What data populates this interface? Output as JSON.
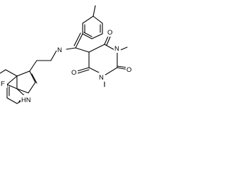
{
  "atoms": {
    "fluorine": "F",
    "indole_nh": "HN",
    "imine_n": "N",
    "ring_n_top": "N",
    "ring_n_bottom": "N",
    "oxygen_top": "O",
    "oxygen_middle": "O",
    "oxygen_left": "O"
  },
  "colors": {
    "bond": "#000000",
    "background": "#ffffff"
  }
}
